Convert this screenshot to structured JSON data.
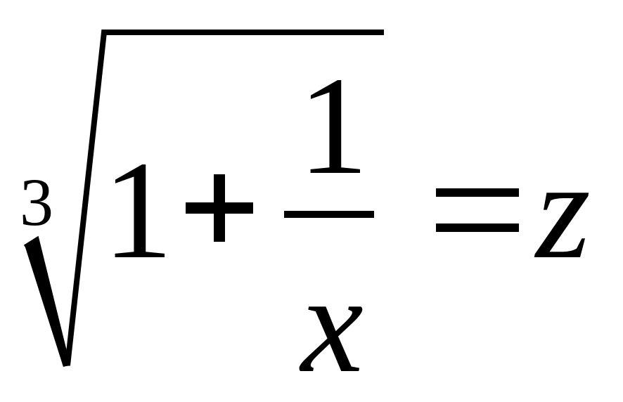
{
  "equation": {
    "root_index": "3",
    "term_one": "1",
    "plus": "+",
    "fraction": {
      "numerator": "1",
      "denominator": "x"
    },
    "equals": "=",
    "result": "z"
  }
}
